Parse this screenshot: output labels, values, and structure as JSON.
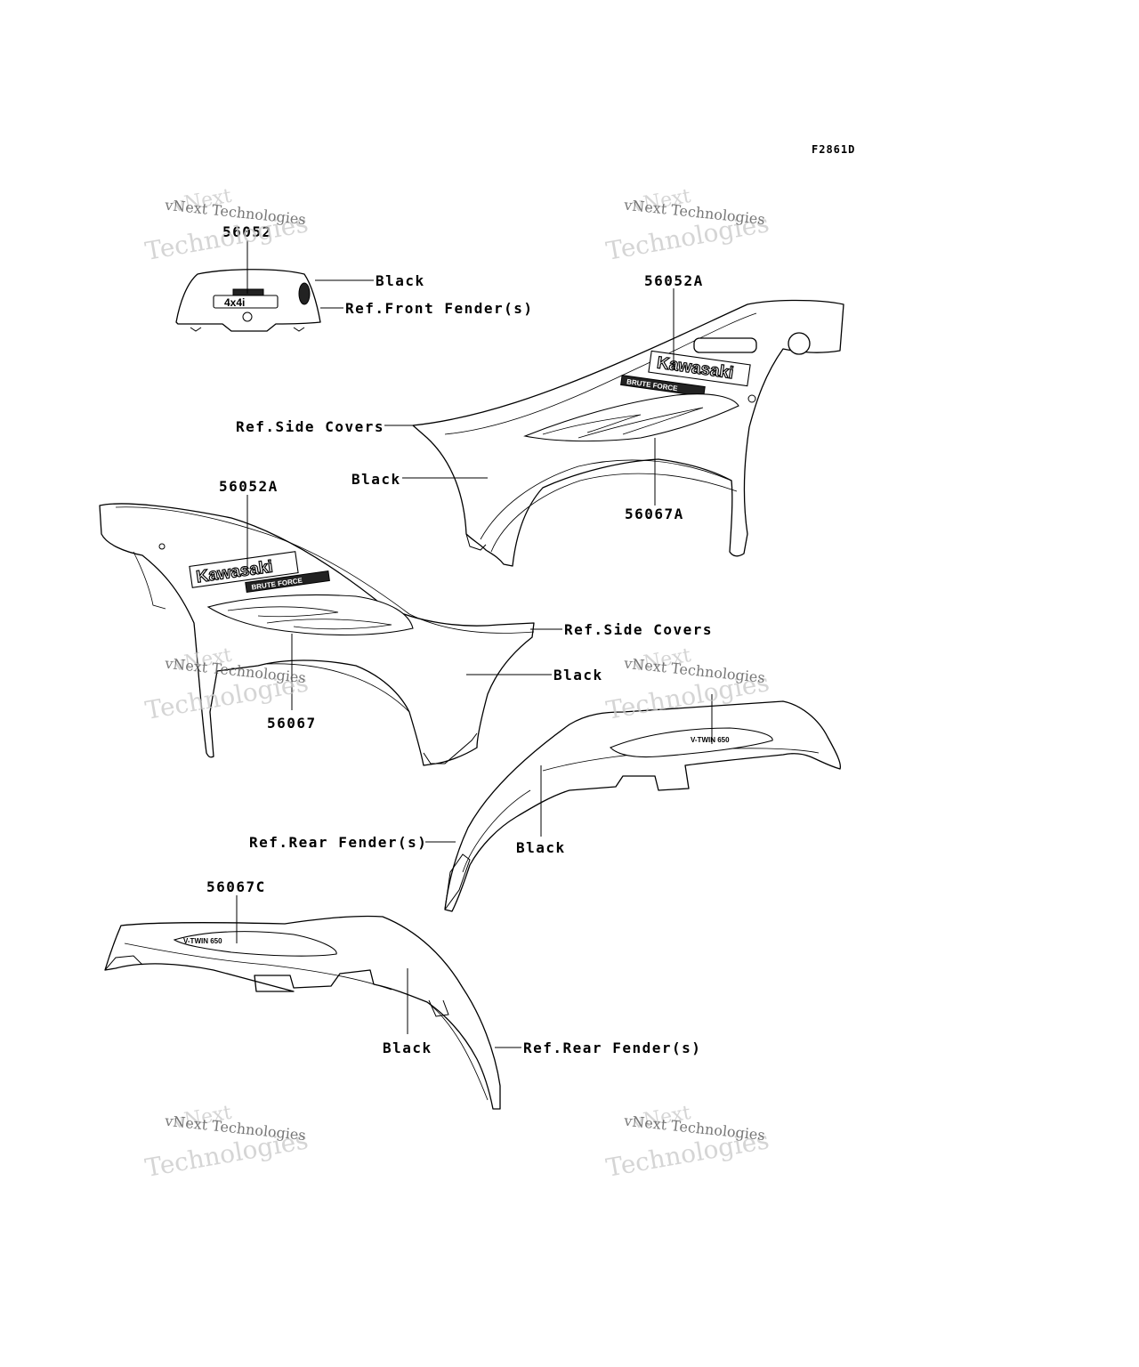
{
  "figure_code": "F2861D",
  "watermark": {
    "line_small": "vNext Technologies",
    "line_large_a": "vNext",
    "line_large_b": "Technologies"
  },
  "parts": {
    "front_fender_decal": {
      "part_no": "56052",
      "color": "Black",
      "ref": "Ref.Front Fender(s)"
    },
    "right_side_cover": {
      "kawasaki_decal": "56052A",
      "ref": "Ref.Side Covers",
      "color": "Black",
      "stripe_decal": "56067A"
    },
    "left_side_cover": {
      "kawasaki_decal": "56052A",
      "ref": "Ref.Side Covers",
      "color": "Black",
      "stripe_decal": "56067"
    },
    "rear_fender_right": {
      "ref": "Ref.Rear Fender(s)",
      "color": "Black"
    },
    "rear_fender_left": {
      "stripe_decal": "56067C",
      "color": "Black",
      "ref": "Ref.Rear Fender(s)"
    }
  },
  "decal_text": {
    "brand": "Kawasaki",
    "model": "BRUTE FORCE",
    "drive": "4x4i",
    "engine": "V-TWIN 650"
  },
  "colors": {
    "ink": "#000000",
    "background": "#ffffff",
    "watermark": "#c8c8c8"
  }
}
